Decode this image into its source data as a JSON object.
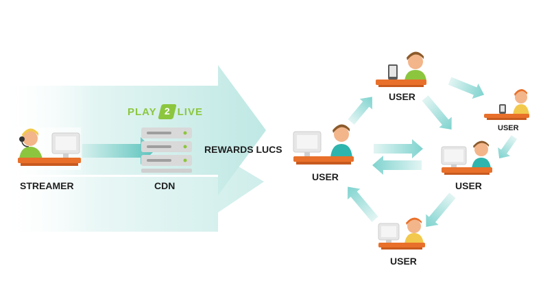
{
  "brand": {
    "left": "PLAY",
    "mark": "2",
    "right": "LIVE"
  },
  "labels": {
    "streamer": "STREAMER",
    "cdn": "CDN",
    "rewards": "REWARDS LUCS",
    "user_center": "USER",
    "user_top": "USER",
    "user_far_right": "USER",
    "user_right": "USER",
    "user_bottom": "USER"
  },
  "colors": {
    "arrow_teal": "#7fd3cf",
    "arrow_teal_light": "#d8f1ef",
    "desk_orange": "#e8702a",
    "skin": "#f3b58a",
    "hair_brown": "#8b5a2b",
    "streamer_hair": "#f2c94c",
    "shirt_teal": "#2fb5ad",
    "server_gray": "#cfcfcf",
    "server_light": "#e6e6e6",
    "led_green": "#8cc63f",
    "brand_green": "#8cc63f"
  },
  "icons": {
    "streamer": "streamer-with-headset-at-desk-icon",
    "cdn": "server-rack-icon",
    "user": "user-at-desk-computer-icon"
  }
}
